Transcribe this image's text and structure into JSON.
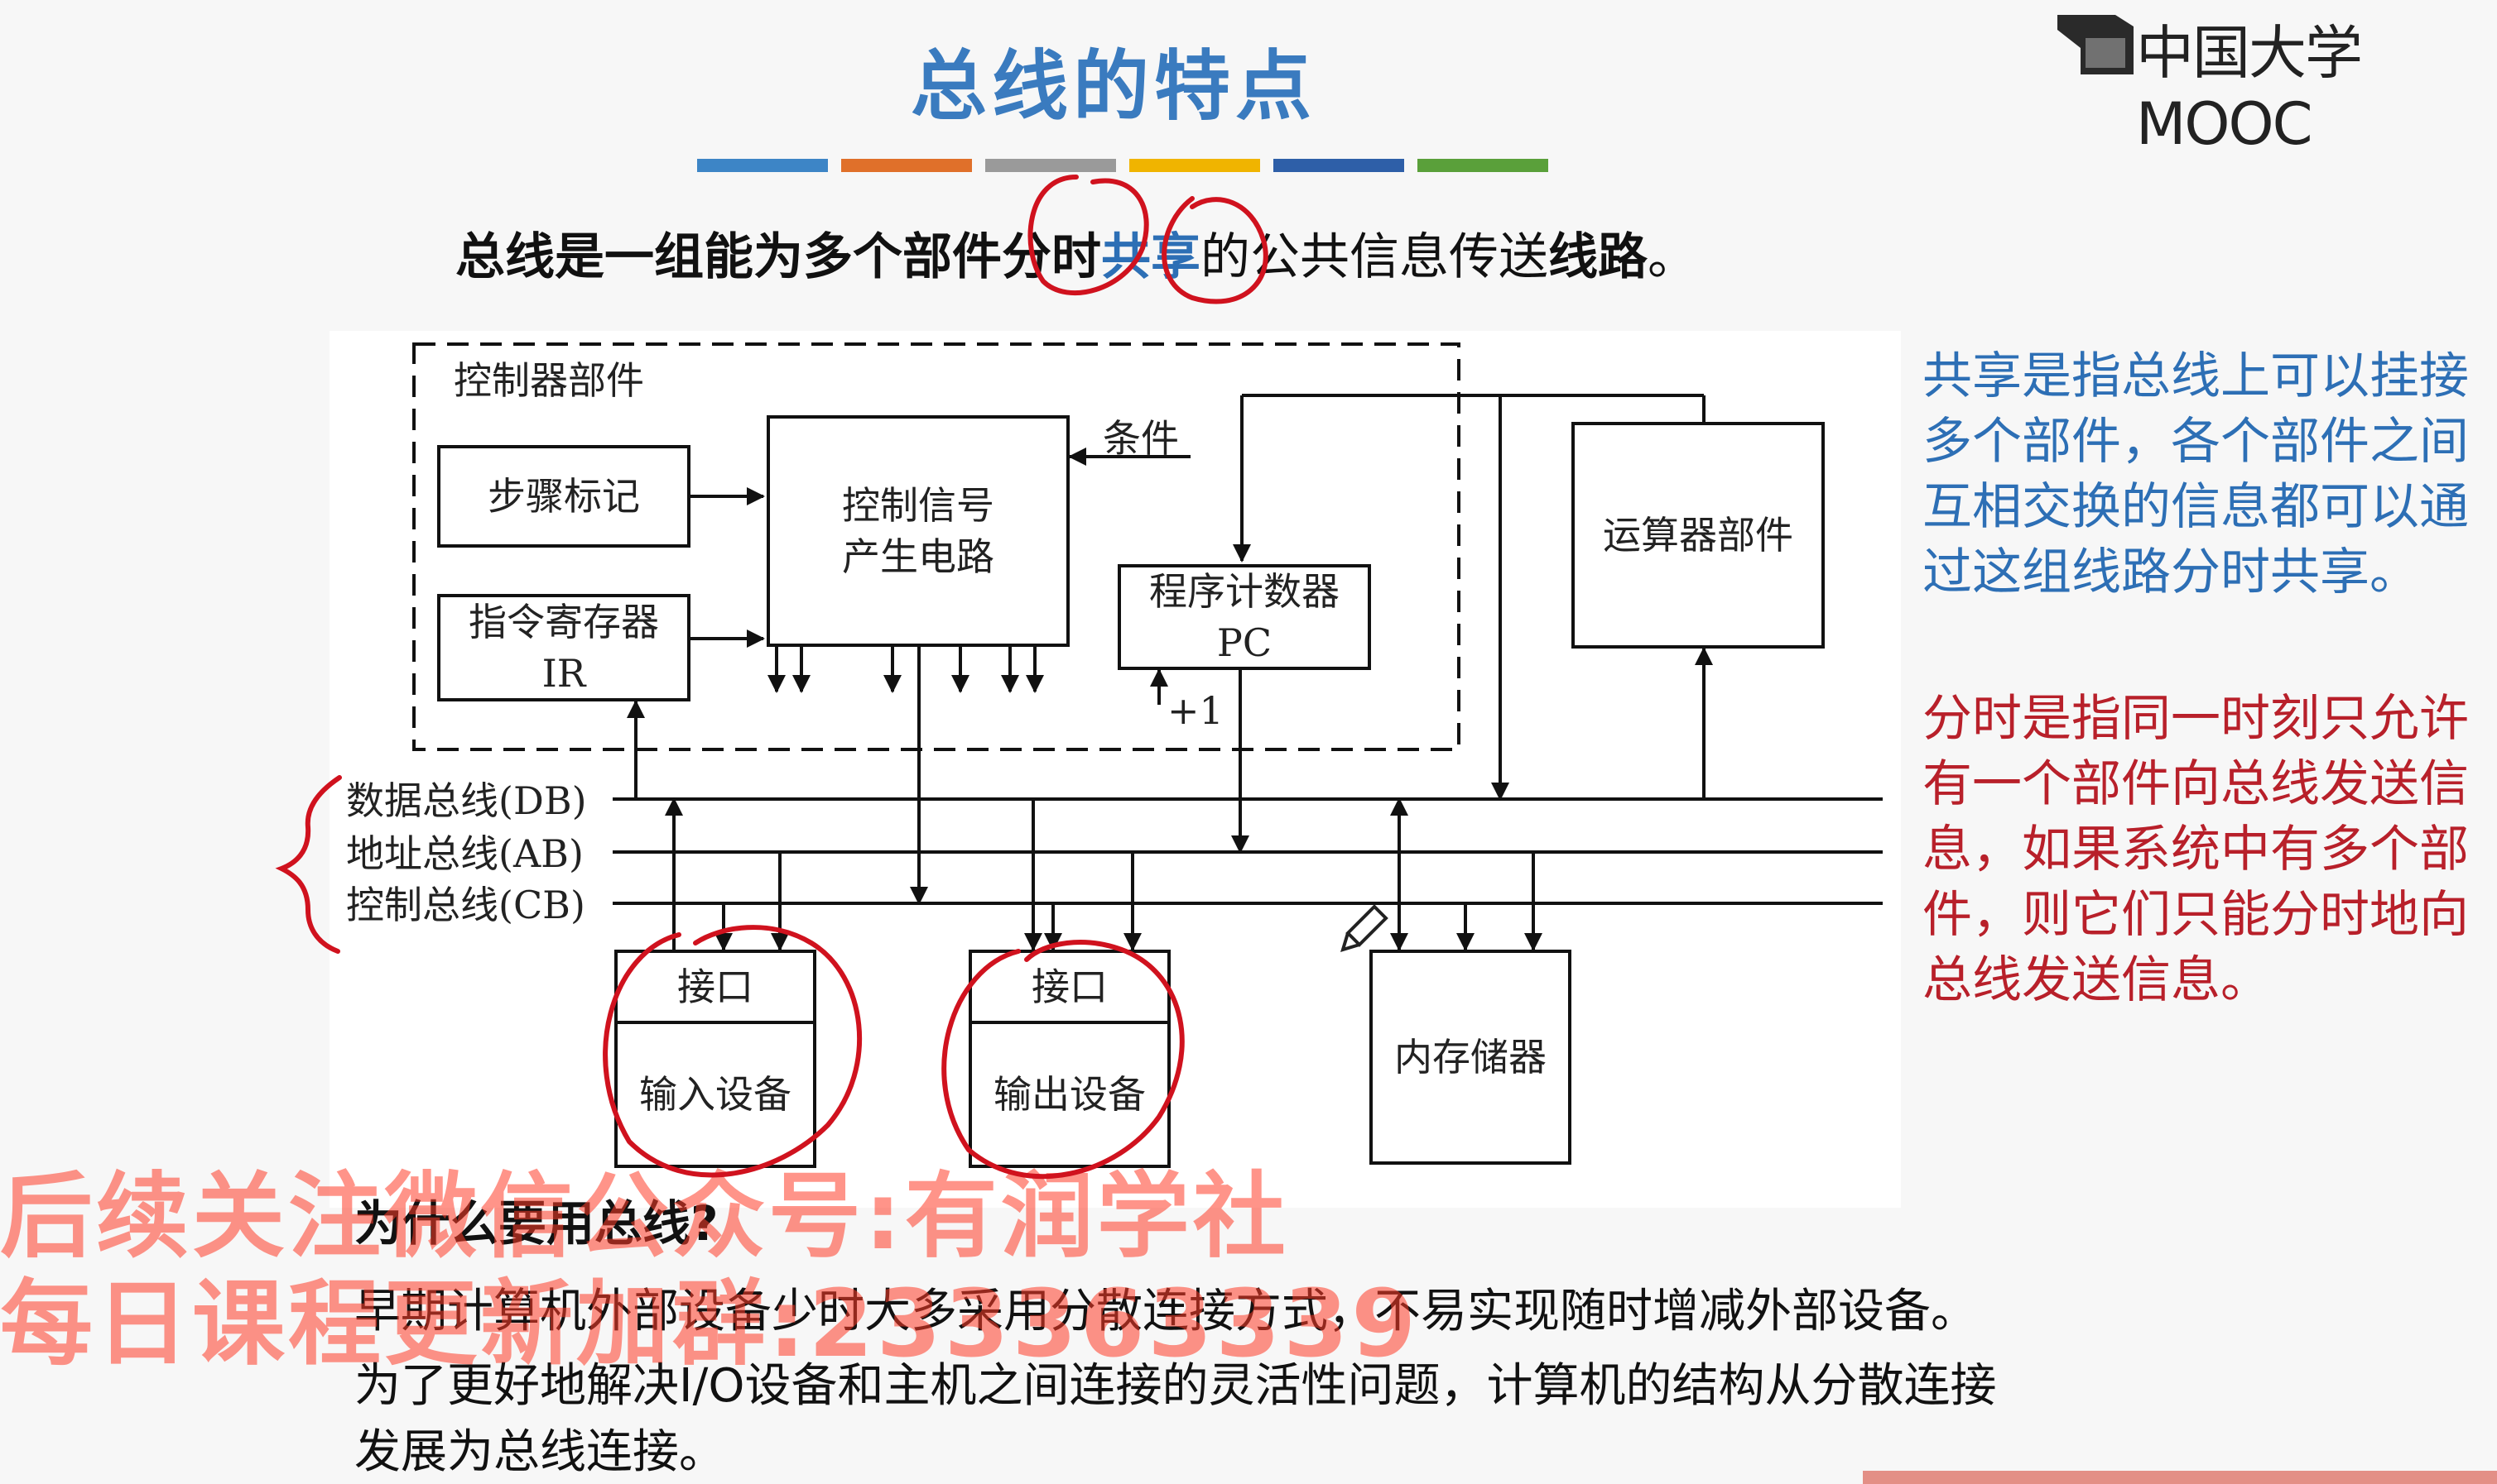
{
  "slide": {
    "title": "总线的特点",
    "color_rule": [
      "#3d85c6",
      "#e0702a",
      "#9a9a9a",
      "#f0b400",
      "#2e5fa8",
      "#5aa03a"
    ]
  },
  "logo": {
    "text": "中国大学MOOC",
    "icon": "mooc-logo-icon"
  },
  "definition": {
    "before": "总线是一组能为多个部件",
    "emphasis_1": "分时",
    "emphasis_2": "共享",
    "middle": "的公共信息传送",
    "after": "线路",
    "end": "。"
  },
  "diagram": {
    "controller_label": "控制器部件",
    "step_marker": "步骤标记",
    "signal_circuit_line1": "控制信号",
    "signal_circuit_line2": "产生电路",
    "ir_line1": "指令寄存器",
    "ir_line2": "IR",
    "condition_label": "条件",
    "pc_line1": "程序计数器",
    "pc_line2": "PC",
    "plus_one": "+1",
    "alu": "运算器部件",
    "data_bus": "数据总线(DB)",
    "address_bus": "地址总线(AB)",
    "control_bus": "控制总线(CB)",
    "interface_in": "接口",
    "input_device": "输入设备",
    "interface_out": "接口",
    "output_device": "输出设备",
    "memory": "内存储器"
  },
  "notes": {
    "share": "共享是指总线上可以挂接多个部件，各个部件之间互相交换的信息都可以通过这组线路分时共享。",
    "timeshare": "分时是指同一时刻只允许有一个部件向总线发送信息，如果系统中有多个部件，则它们只能分时地向总线发送信息。"
  },
  "why": {
    "heading": "为什么要用总线?",
    "para1": "早期计算机外部设备少时大多采用分散连接方式，不易实现随时增减外部设备。",
    "para2_line1": "为了更好地解决I/O设备和主机之间连接的灵活性问题，计算机的结构从分散连接",
    "para2_line2": "发展为总线连接。"
  },
  "watermark": {
    "line1": "后续关注微信公众号:有润学社",
    "line2": "每日课程更新加群:233363339"
  },
  "colors": {
    "title": "#3a7bbf",
    "note_blue": "#2d6fb5",
    "note_red": "#b8202a",
    "annotation_red": "#d0121e"
  }
}
